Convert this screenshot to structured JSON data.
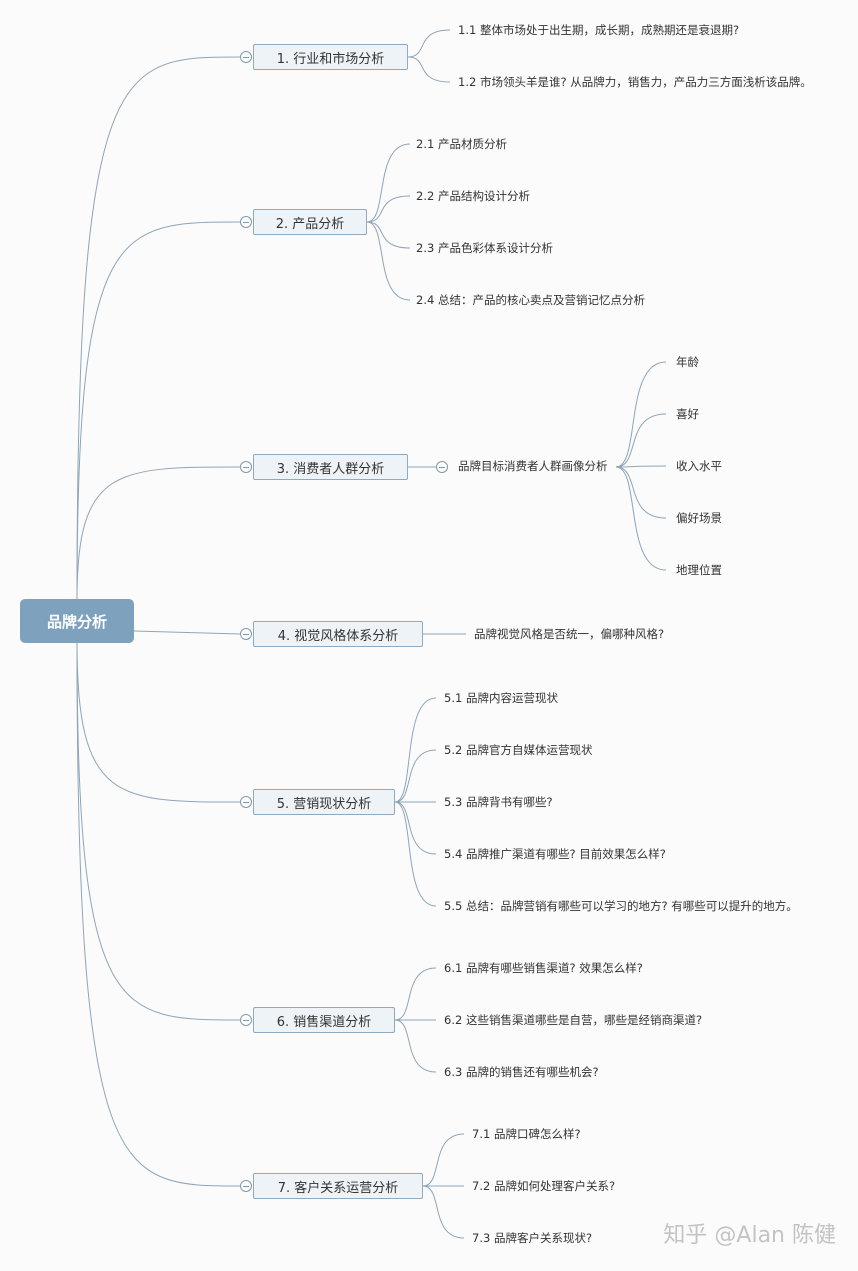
{
  "root": {
    "label": "品牌分析"
  },
  "branches": [
    {
      "label": "1. 行业和市场分析",
      "children": [
        {
          "label": "1.1 整体市场处于出生期，成长期，成熟期还是衰退期?"
        },
        {
          "label": "1.2 市场领头羊是谁? 从品牌力，销售力，产品力三方面浅析该品牌。"
        }
      ]
    },
    {
      "label": "2. 产品分析",
      "children": [
        {
          "label": "2.1 产品材质分析"
        },
        {
          "label": "2.2 产品结构设计分析"
        },
        {
          "label": "2.3 产品色彩体系设计分析"
        },
        {
          "label": "2.4 总结：产品的核心卖点及营销记忆点分析"
        }
      ]
    },
    {
      "label": "3. 消费者人群分析",
      "children": [
        {
          "label": "品牌目标消费者人群画像分析",
          "children": [
            {
              "label": "年龄"
            },
            {
              "label": "喜好"
            },
            {
              "label": "收入水平"
            },
            {
              "label": "偏好场景"
            },
            {
              "label": "地理位置"
            }
          ]
        }
      ]
    },
    {
      "label": "4. 视觉风格体系分析",
      "children": [
        {
          "label": "品牌视觉风格是否统一，偏哪种风格?"
        }
      ]
    },
    {
      "label": "5. 营销现状分析",
      "children": [
        {
          "label": "5.1 品牌内容运营现状"
        },
        {
          "label": "5.2 品牌官方自媒体运营现状"
        },
        {
          "label": "5.3 品牌背书有哪些?"
        },
        {
          "label": "5.4 品牌推广渠道有哪些? 目前效果怎么样?"
        },
        {
          "label": "5.5 总结：品牌营销有哪些可以学习的地方? 有哪些可以提升的地方。"
        }
      ]
    },
    {
      "label": "6. 销售渠道分析",
      "children": [
        {
          "label": "6.1 品牌有哪些销售渠道? 效果怎么样?"
        },
        {
          "label": "6.2 这些销售渠道哪些是自营，哪些是经销商渠道?"
        },
        {
          "label": "6.3 品牌的销售还有哪些机会?"
        }
      ]
    },
    {
      "label": "7. 客户关系运营分析",
      "children": [
        {
          "label": "7.1 品牌口碑怎么样?"
        },
        {
          "label": "7.2 品牌如何处理客户关系?"
        },
        {
          "label": "7.3 品牌客户关系现状?"
        }
      ]
    }
  ],
  "watermark": "知乎 @Alan 陈健",
  "colors": {
    "root_fill": "#7ea1be",
    "node_fill": "#eef3f7",
    "node_border": "#8fa9be",
    "link": "#8ea5b8"
  }
}
